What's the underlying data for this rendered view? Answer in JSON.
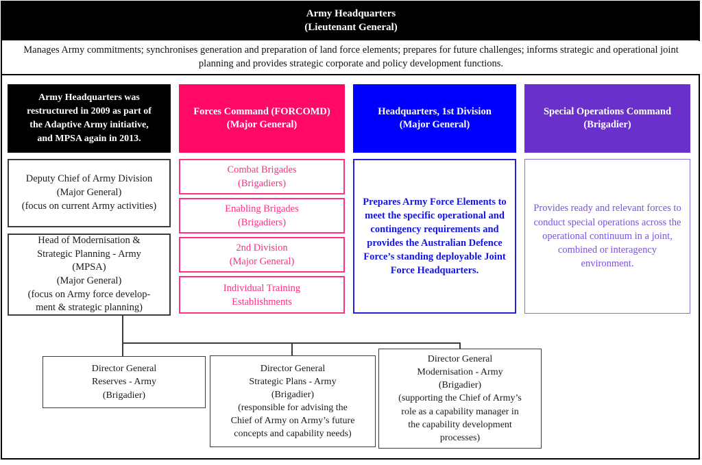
{
  "diagram": {
    "title": "Army Headquarters organisational chart",
    "top_banner": {
      "line1": "Army Headquarters",
      "line2": "(Lieutenant General)"
    },
    "mission": "Manages Army commitments; synchronises generation and preparation of land force elements; prepares for future challenges; informs strategic and operational joint planning and provides strategic corporate and policy development functions.",
    "columns": [
      {
        "key": "note",
        "header_line1": "Army Headquarters was",
        "header_line2": "restructured in 2009 as part of",
        "header_line3": "the Adaptive Army initiative,",
        "header_line4": "and MPSA again in 2013.",
        "color": "#000000",
        "text_color": "#ffffff"
      },
      {
        "key": "forcomd",
        "header_line1": "Forces Command (FORCOMD)",
        "header_line2": "(Major General)",
        "color": "#FF0866",
        "text_color": "#ffffff"
      },
      {
        "key": "div1",
        "header_line1": "Headquarters, 1st Division",
        "header_line2": "(Major General)",
        "color": "#0000FF",
        "text_color": "#ffffff"
      },
      {
        "key": "sof",
        "header_line1": "Special Operations Command",
        "header_line2": "(Brigadier)",
        "color": "#6A30CC",
        "text_color": "#ffffff"
      }
    ],
    "left_column": {
      "dcoa": {
        "line1": "Deputy Chief of Army Division",
        "line2": "(Major General)",
        "line3": "(focus on current Army activities)"
      },
      "mpsa": {
        "line1": "Head of Modernisation &",
        "line2": "Strategic Planning - Army",
        "line3": "(MPSA)",
        "line4": "(Major General)",
        "line5": "(focus on Army force develop-",
        "line6": "ment & strategic planning)"
      }
    },
    "forcomd_subunits": [
      {
        "key": "combat",
        "line1": "Combat Brigades",
        "line2": "(Brigadiers)"
      },
      {
        "key": "enabling",
        "line1": "Enabling Brigades",
        "line2": "(Brigadiers)"
      },
      {
        "key": "div2",
        "line1": "2nd Division",
        "line2": "(Major General)"
      },
      {
        "key": "iteb",
        "line1": "Individual Training",
        "line2": "Establishments"
      }
    ],
    "div1_description": "Prepares Army Force Elements to meet the specific operational and contingency requirements and provides the Australian Defence Force’s standing deployable Joint Force Headquarters.",
    "sof_description": "Provides ready and relevant forces to conduct special operations across the operational continuum in a joint, combined or interagency environment.",
    "director_generals": [
      {
        "key": "reserves",
        "line1": "Director General",
        "line2": "Reserves - Army",
        "line3": "(Brigadier)",
        "line4": "",
        "line5": "",
        "line6": ""
      },
      {
        "key": "strategic-plans",
        "line1": "Director General",
        "line2": "Strategic Plans - Army",
        "line3": "(Brigadier)",
        "line4": "(responsible for advising the",
        "line5": "Chief of Army on Army’s future",
        "line6": "concepts and capability needs)"
      },
      {
        "key": "modernisation",
        "line1": "Director General",
        "line2": "Modernisation - Army",
        "line3": "(Brigadier)",
        "line4": "(supporting the Chief of Army’s",
        "line5": "role as a capability manager in",
        "line6": "the capability development",
        "line7": "processes)"
      }
    ]
  }
}
